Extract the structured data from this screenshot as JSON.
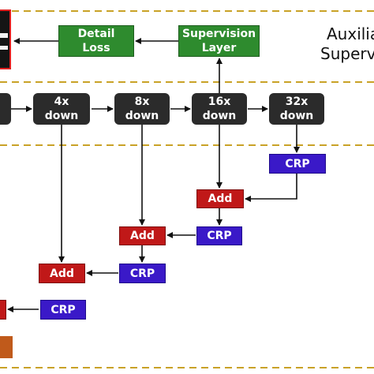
{
  "colors": {
    "down": "#2b2b2b",
    "green": "#2e8b2e",
    "crp": "#3a19c8",
    "add": "#c01818",
    "dash": "#c9a227",
    "edge": "#e02020",
    "orange": "#c05a1b"
  },
  "supervision": {
    "detail_loss": "Detail\nLoss",
    "supervision_layer": "Supervision\nLayer",
    "label_line1": "Auxilia",
    "label_line2": "Superv"
  },
  "backbone": {
    "down_4x": "4x\ndown",
    "down_8x": "8x\ndown",
    "down_16x": "16x\ndown",
    "down_32x": "32x\ndown"
  },
  "decoder": {
    "crp_32": "CRP",
    "add_16": "Add",
    "crp_16": "CRP",
    "add_8": "Add",
    "crp_8": "CRP",
    "add_4": "Add",
    "crp_4": "CRP"
  }
}
